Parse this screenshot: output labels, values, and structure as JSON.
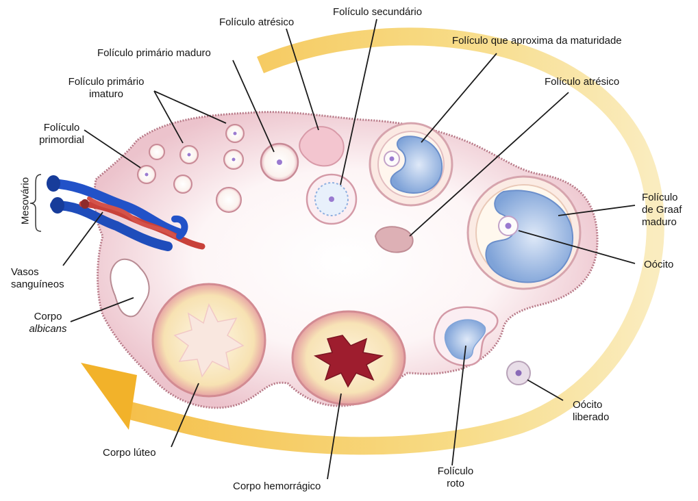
{
  "labels": {
    "foliculo_atresico_top": "Folículo atrésico",
    "foliculo_secundario": "Folículo secundário",
    "foliculo_maturidade": "Folículo que aproxima da maturidade",
    "foliculo_primario_maduro": "Folículo primário maduro",
    "foliculo_primario_imaturo_1": "Folículo primário",
    "foliculo_primario_imaturo_2": "imaturo",
    "foliculo_atresico_right": "Folículo atrésico",
    "foliculo_primordial_1": "Folículo",
    "foliculo_primordial_2": "primordial",
    "mesovario": "Mesovário",
    "foliculo_graaf_1": "Folículo",
    "foliculo_graaf_2": "de Graaf",
    "foliculo_graaf_3": "maduro",
    "oocito": "Oócito",
    "vasos_1": "Vasos",
    "vasos_2": "sanguíneos",
    "corpo_albicans_1": "Corpo",
    "corpo_albicans_2": "albicans",
    "oocito_liberado_1": "Oócito",
    "oocito_liberado_2": "liberado",
    "corpo_luteo": "Corpo lúteo",
    "foliculo_roto_1": "Folículo",
    "foliculo_roto_2": "roto",
    "corpo_hemorragico": "Corpo hemorrágico"
  },
  "colors": {
    "cycle_arrow": "#f2c64a",
    "ovary_stroma": "#f6dde3",
    "ovary_edge": "#c98a98",
    "vein": "#2252c8",
    "artery": "#c8413a",
    "antrum": "#8fb0e0",
    "corpus_luteum": "#f7e7b8",
    "corpus_hemorrhagicum": "#9e1d2e"
  }
}
